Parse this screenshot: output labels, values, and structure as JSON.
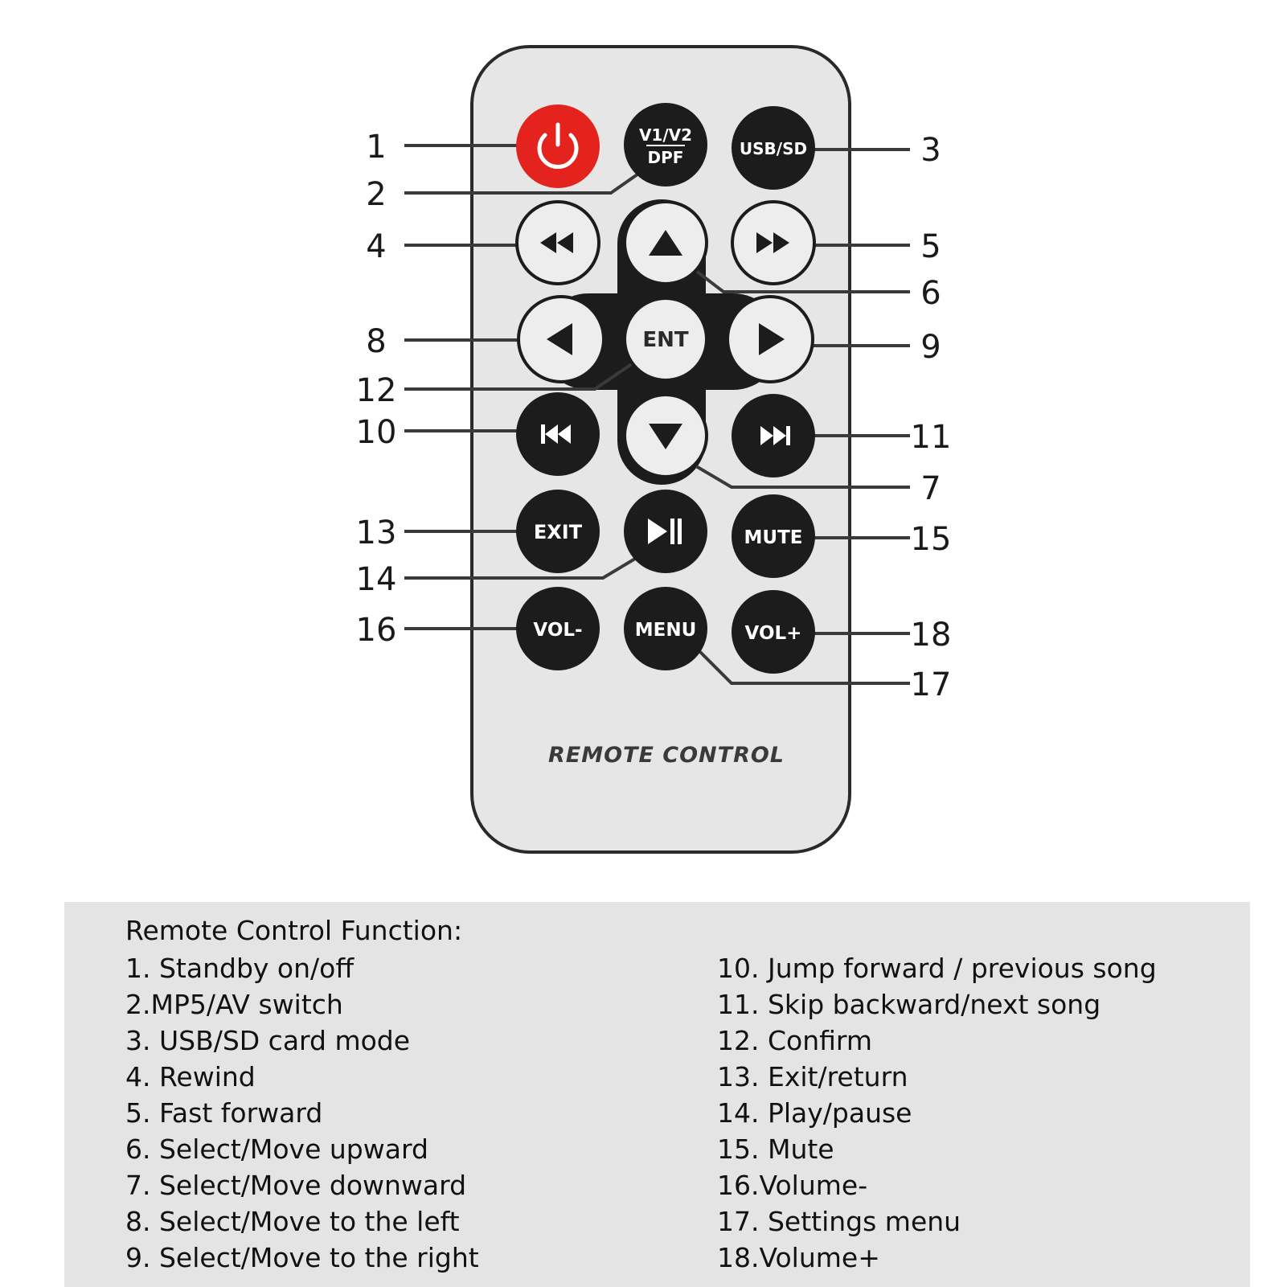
{
  "remote": {
    "label": "REMOTE CONTROL",
    "body_color": "#e6e6e6",
    "power_color": "#e4231f",
    "dark_button_color": "#1c1c1c",
    "light_button_color": "#ededed"
  },
  "buttons": {
    "power": {
      "icon": "power-icon"
    },
    "mp5_av": {
      "top": "V1/V2",
      "bottom": "DPF"
    },
    "usb_sd": {
      "label": "USB/SD"
    },
    "rewind": {
      "icon": "rewind-icon"
    },
    "up": {
      "icon": "triangle-up-icon"
    },
    "fast_forward": {
      "icon": "fast-forward-icon"
    },
    "left": {
      "icon": "triangle-left-icon"
    },
    "ent": {
      "label": "ENT"
    },
    "right": {
      "icon": "triangle-right-icon"
    },
    "prev": {
      "icon": "skip-previous-icon"
    },
    "down": {
      "icon": "triangle-down-icon"
    },
    "next": {
      "icon": "skip-next-icon"
    },
    "exit": {
      "label": "EXIT"
    },
    "play_pause": {
      "icon": "play-pause-icon"
    },
    "mute": {
      "label": "MUTE"
    },
    "vol_minus": {
      "label": "VOL-"
    },
    "menu": {
      "label": "MENU"
    },
    "vol_plus": {
      "label": "VOL+"
    }
  },
  "callouts": [
    "1",
    "2",
    "3",
    "4",
    "5",
    "6",
    "7",
    "8",
    "9",
    "10",
    "11",
    "12",
    "13",
    "14",
    "15",
    "16",
    "17",
    "18"
  ],
  "legend": {
    "title": "Remote Control Function:",
    "left": [
      "1. Standby on/off",
      "2.MP5/AV switch",
      "3. USB/SD card mode",
      "4. Rewind",
      "5. Fast forward",
      "6. Select/Move upward",
      "7. Select/Move downward",
      "8. Select/Move to the left",
      "9. Select/Move to the right"
    ],
    "right": [
      "10. Jump forward / previous song",
      "11. Skip backward/next song",
      "12. Confirm",
      "13. Exit/return",
      "14. Play/pause",
      "15. Mute",
      "16.Volume-",
      "17. Settings menu",
      "18.Volume+"
    ]
  }
}
